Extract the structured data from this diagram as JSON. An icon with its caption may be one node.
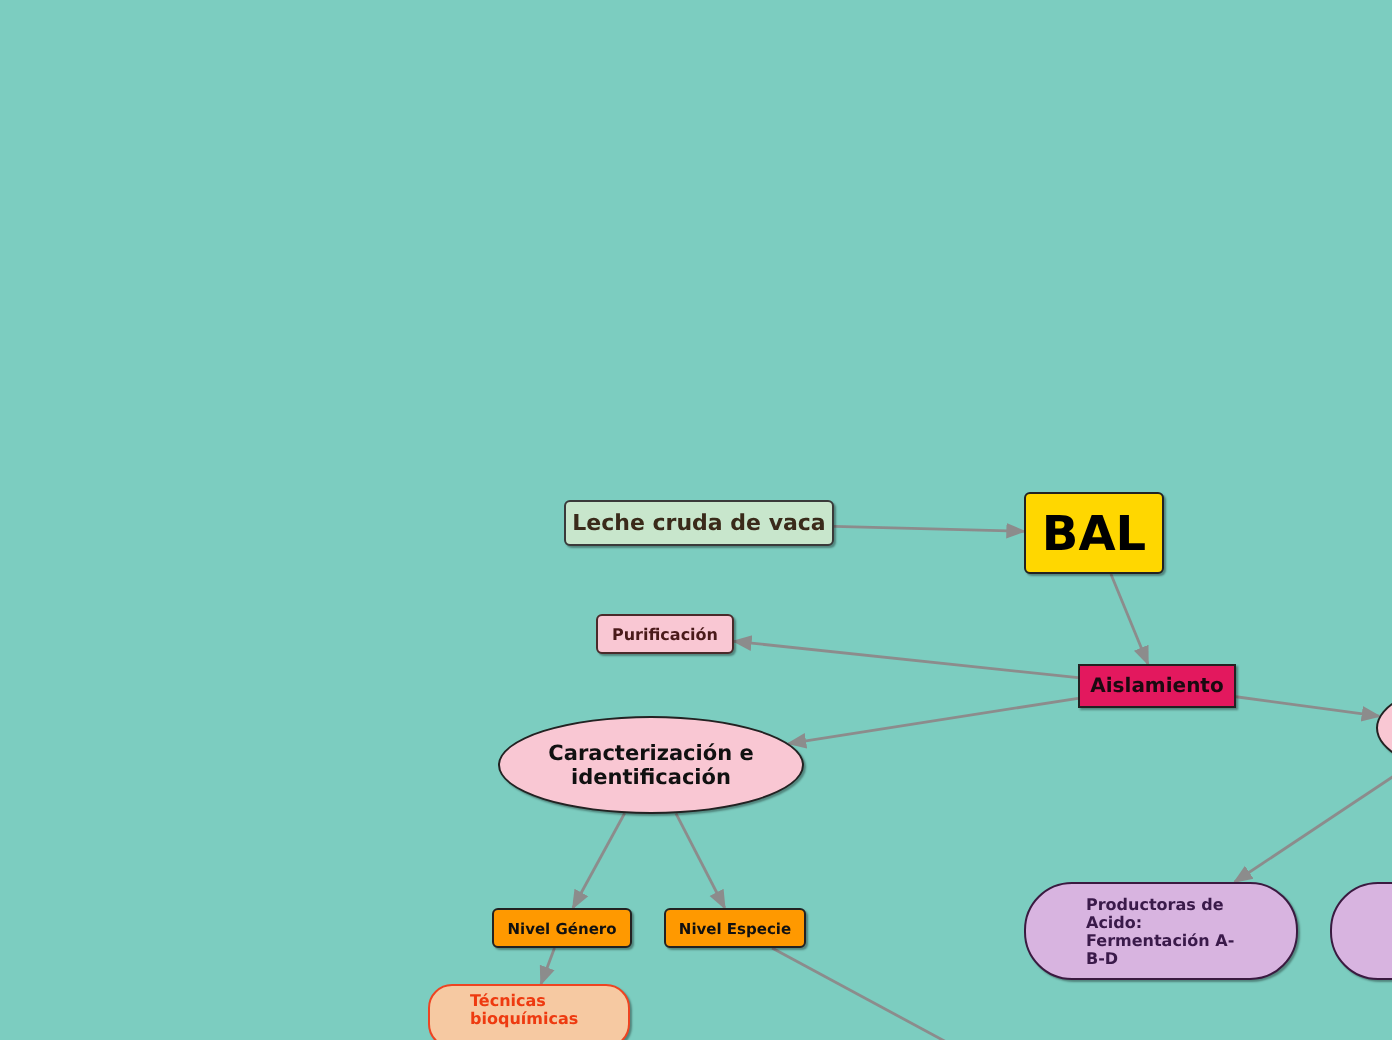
{
  "diagram": {
    "nodes": [
      {
        "text": [
          "Leche cruda de vaca"
        ]
      },
      {
        "text": [
          "BAL"
        ]
      },
      {
        "text": [
          "Purificación"
        ]
      },
      {
        "text": [
          "Aislamiento"
        ]
      },
      {
        "text": [
          "Caracterización e identificación"
        ]
      },
      {
        "text": [],
        "shape": "ellipse"
      },
      {
        "text": [
          "Nivel Género"
        ]
      },
      {
        "text": [
          "Nivel Especie"
        ]
      },
      {
        "text": [
          "Técnicas bioquímicas"
        ]
      },
      {
        "text": [
          "Productoras de Acido: Fermentación A-B-D"
        ]
      },
      {
        "text": [],
        "shape": "pill"
      }
    ],
    "edges": [
      {
        "from": 0,
        "to": 1,
        "arrow": "to"
      },
      {
        "from": 1,
        "to": 3,
        "arrow": "to"
      },
      {
        "from": 3,
        "to": 2,
        "arrow": "to"
      },
      {
        "from": 3,
        "to": 4,
        "arrow": "to"
      },
      {
        "from": 3,
        "to": 5,
        "arrow": "to"
      },
      {
        "from": 4,
        "to": 6,
        "arrow": "to"
      },
      {
        "from": 4,
        "to": 7,
        "arrow": "to"
      },
      {
        "from": 6,
        "to": 8,
        "arrow": "to"
      },
      {
        "from": 5,
        "to": 9,
        "arrow": "to"
      },
      {
        "from": 7,
        "to": null,
        "arrow": "none"
      }
    ]
  }
}
